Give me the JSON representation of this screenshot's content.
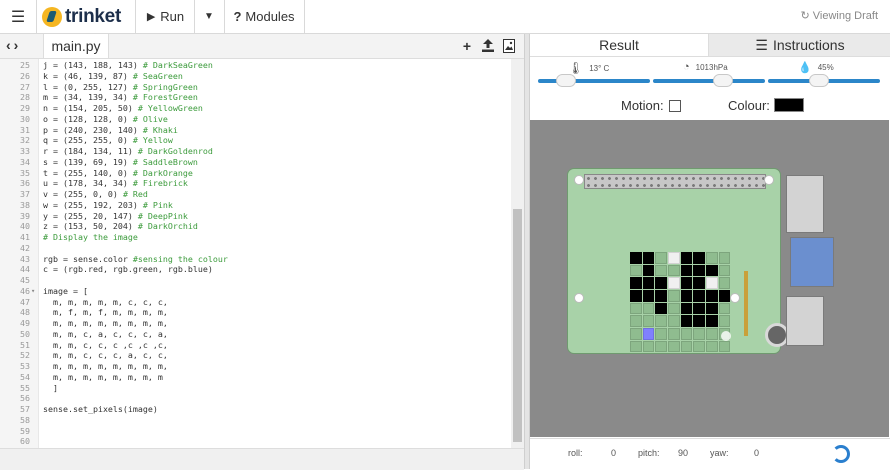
{
  "topbar": {
    "logo": "trinket",
    "run_label": "Run",
    "modules_label": "Modules",
    "viewing_label": "Viewing Draft"
  },
  "editor": {
    "filename": "main.py",
    "lines": [
      {
        "n": "25",
        "code": "j = (143, 188, 143) ",
        "comment": "# DarkSeaGreen"
      },
      {
        "n": "26",
        "code": "k = (46, 139, 87) ",
        "comment": "# SeaGreen"
      },
      {
        "n": "27",
        "code": "l = (0, 255, 127) ",
        "comment": "# SpringGreen"
      },
      {
        "n": "28",
        "code": "m = (34, 139, 34) ",
        "comment": "# ForestGreen"
      },
      {
        "n": "29",
        "code": "n = (154, 205, 50) ",
        "comment": "# YellowGreen"
      },
      {
        "n": "30",
        "code": "o = (128, 128, 0) ",
        "comment": "# Olive"
      },
      {
        "n": "31",
        "code": "p = (240, 230, 140) ",
        "comment": "# Khaki"
      },
      {
        "n": "32",
        "code": "q = (255, 255, 0) ",
        "comment": "# Yellow"
      },
      {
        "n": "33",
        "code": "r = (184, 134, 11) ",
        "comment": "# DarkGoldenrod"
      },
      {
        "n": "34",
        "code": "s = (139, 69, 19) ",
        "comment": "# SaddleBrown"
      },
      {
        "n": "35",
        "code": "t = (255, 140, 0) ",
        "comment": "# DarkOrange"
      },
      {
        "n": "36",
        "code": "u = (178, 34, 34) ",
        "comment": "# Firebrick"
      },
      {
        "n": "37",
        "code": "v = (255, 0, 0) ",
        "comment": "# Red"
      },
      {
        "n": "38",
        "code": "w = (255, 192, 203) ",
        "comment": "# Pink"
      },
      {
        "n": "39",
        "code": "y = (255, 20, 147) ",
        "comment": "# DeepPink"
      },
      {
        "n": "40",
        "code": "z = (153, 50, 204) ",
        "comment": "# DarkOrchid"
      },
      {
        "n": "41",
        "code": "",
        "comment": "# Display the image"
      },
      {
        "n": "42",
        "code": "",
        "comment": ""
      },
      {
        "n": "43",
        "code": "rgb = sense.color ",
        "comment": "#sensing the colour"
      },
      {
        "n": "44",
        "code": "c = (rgb.red, rgb.green, rgb.blue)",
        "comment": ""
      },
      {
        "n": "45",
        "code": "",
        "comment": ""
      },
      {
        "n": "46",
        "code": "image = [",
        "comment": "",
        "fold": "▾"
      },
      {
        "n": "47",
        "code": "  m, m, m, m, m, c, c, c,",
        "comment": ""
      },
      {
        "n": "48",
        "code": "  m, f, m, f, m, m, m, m,",
        "comment": ""
      },
      {
        "n": "49",
        "code": "  m, m, m, m, m, m, m, m,",
        "comment": ""
      },
      {
        "n": "50",
        "code": "  m, m, c, a, c, c, c, a,",
        "comment": ""
      },
      {
        "n": "51",
        "code": "  m, m, c, c, c ,c ,c ,c,",
        "comment": ""
      },
      {
        "n": "52",
        "code": "  m, m, c, c, c, a, c, c,",
        "comment": ""
      },
      {
        "n": "53",
        "code": "  m, m, m, m, m, m, m, m,",
        "comment": ""
      },
      {
        "n": "54",
        "code": "  m, m, m, m, m, m, m, m",
        "comment": ""
      },
      {
        "n": "55",
        "code": "  ]",
        "comment": ""
      },
      {
        "n": "56",
        "code": "",
        "comment": ""
      },
      {
        "n": "57",
        "code": "sense.set_pixels(image)",
        "comment": ""
      },
      {
        "n": "58",
        "code": "",
        "comment": ""
      },
      {
        "n": "59",
        "code": "",
        "comment": ""
      },
      {
        "n": "60",
        "code": "",
        "comment": ""
      }
    ]
  },
  "result": {
    "tab_result": "Result",
    "tab_instructions": "Instructions",
    "temperature": "13° C",
    "pressure": "1013hPa",
    "humidity": "45%",
    "sliders": [
      0.2,
      0.65,
      0.45
    ],
    "motion_label": "Motion:",
    "colour_label": "Colour:",
    "colour_value": "#000000",
    "matrix_rows": [
      [
        "#000000",
        "#000000",
        "#8fbc8f",
        "#f0f0f0",
        "#000000",
        "#000000",
        "#8fbc8f",
        "#8fbc8f"
      ],
      [
        "#8fbc8f",
        "#000000",
        "#8fbc8f",
        "#8fbc8f",
        "#000000",
        "#000000",
        "#000000",
        "#8fbc8f"
      ],
      [
        "#000000",
        "#000000",
        "#000000",
        "#f0f0f0",
        "#000000",
        "#000000",
        "#f0f0f0",
        "#8fbc8f"
      ],
      [
        "#000000",
        "#000000",
        "#000000",
        "#8fbc8f",
        "#000000",
        "#000000",
        "#000000",
        "#000000"
      ],
      [
        "#8fbc8f",
        "#8fbc8f",
        "#000000",
        "#8fbc8f",
        "#000000",
        "#000000",
        "#000000",
        "#8fbc8f"
      ],
      [
        "#8fbc8f",
        "#8fbc8f",
        "#8fbc8f",
        "#8fbc8f",
        "#000000",
        "#000000",
        "#000000",
        "#8fbc8f"
      ],
      [
        "#8fbc8f",
        "#8080ff",
        "#8fbc8f",
        "#8fbc8f",
        "#8fbc8f",
        "#8fbc8f",
        "#8fbc8f",
        "#8fbc8f"
      ],
      [
        "#8fbc8f",
        "#8fbc8f",
        "#8fbc8f",
        "#8fbc8f",
        "#8fbc8f",
        "#8fbc8f",
        "#8fbc8f",
        "#8fbc8f"
      ]
    ],
    "roll_label": "roll:",
    "roll_value": "0",
    "pitch_label": "pitch:",
    "pitch_value": "90",
    "yaw_label": "yaw:",
    "yaw_value": "0"
  },
  "icons": {
    "menu": "menu-icon",
    "run": "play-icon",
    "dropdown": "chevron-down-icon",
    "modules": "question-icon",
    "viewing": "refresh-icon",
    "add": "plus-icon",
    "upload": "upload-icon",
    "image": "image-icon"
  }
}
